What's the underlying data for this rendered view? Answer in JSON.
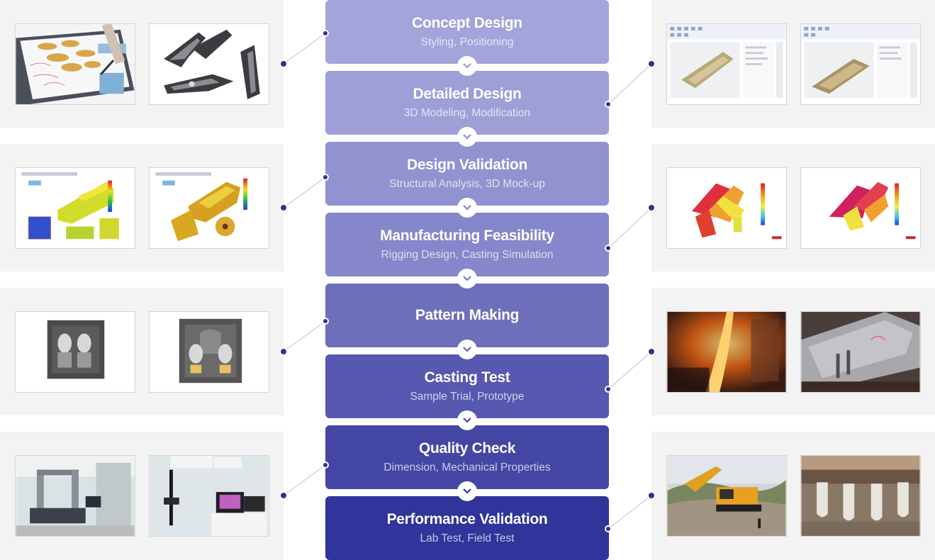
{
  "steps": [
    {
      "title": "Concept Design",
      "subtitle": "Styling, Positioning"
    },
    {
      "title": "Detailed Design",
      "subtitle": "3D Modeling, Modification"
    },
    {
      "title": "Design Validation",
      "subtitle": "Structural Analysis, 3D Mock-up"
    },
    {
      "title": "Manufacturing Feasibility",
      "subtitle": "Rigging Design, Casting Simulation"
    },
    {
      "title": "Pattern Making",
      "subtitle": ""
    },
    {
      "title": "Casting Test",
      "subtitle": "Sample Trial, Prototype"
    },
    {
      "title": "Quality Check",
      "subtitle": "Dimension, Mechanical Properties"
    },
    {
      "title": "Performance Validation",
      "subtitle": "Lab Test, Field Test"
    }
  ],
  "colors": {
    "step_gradient": [
      "#a3a4da",
      "#9e9fd7",
      "#9192d0",
      "#8686ca",
      "#6e6fba",
      "#5758b0",
      "#4446a4",
      "#31349a"
    ],
    "panel_bg": "#f3f3f3",
    "connector": "#bcc0e0",
    "dot": "#2f3295"
  },
  "icons": {
    "chevron": "chevron-down-icon",
    "connector_dot": "connector-dot-icon"
  }
}
